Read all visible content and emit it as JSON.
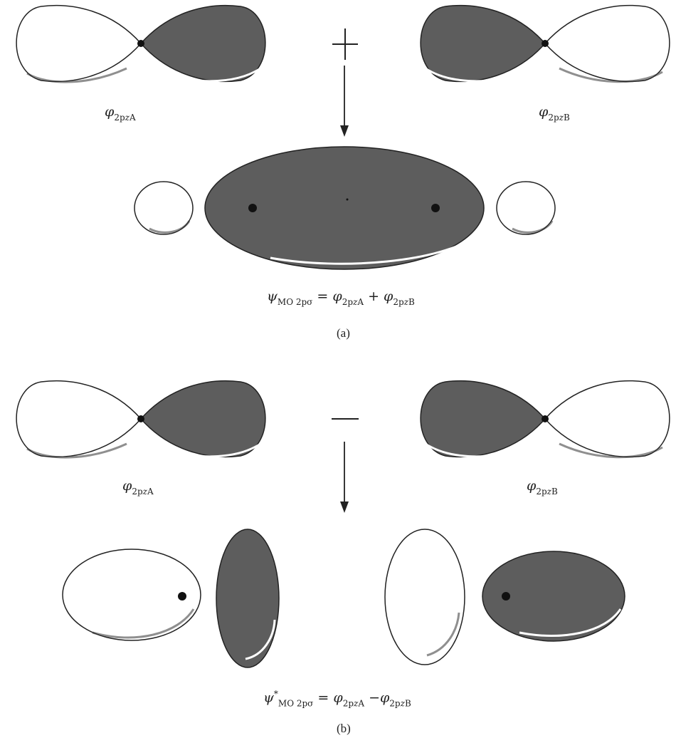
{
  "colors": {
    "shaded_lobe": "#5d5d5d",
    "outline": "#222222",
    "background": "#ffffff"
  },
  "panel_a": {
    "operator": "+",
    "label_A": {
      "symbol": "φ",
      "sub_main": "2p",
      "sub_z": "z",
      "sub_atom": "A"
    },
    "label_B": {
      "symbol": "φ",
      "sub_main": "2p",
      "sub_z": "z",
      "sub_atom": "B"
    },
    "equation": {
      "lhs_symbol": "ψ",
      "lhs_sub": "MO 2pσ",
      "equals": "=",
      "term1_symbol": "φ",
      "term1_sub": "2p",
      "term1_z": "z",
      "term1_atom": "A",
      "op": "+",
      "term2_symbol": "φ",
      "term2_sub": "2p",
      "term2_z": "z",
      "term2_atom": "B"
    },
    "caption": "(a)"
  },
  "panel_b": {
    "operator": "−",
    "label_A": {
      "symbol": "φ",
      "sub_main": "2p",
      "sub_z": "z",
      "sub_atom": "A"
    },
    "label_B": {
      "symbol": "φ",
      "sub_main": "2p",
      "sub_z": "z",
      "sub_atom": "B"
    },
    "equation": {
      "lhs_symbol": "ψ",
      "lhs_star": "*",
      "lhs_sub": "MO 2pσ",
      "equals": "=",
      "term1_symbol": "φ",
      "term1_sub": "2p",
      "term1_z": "z",
      "term1_atom": "A",
      "op": "−",
      "term2_symbol": "φ",
      "term2_sub": "2p",
      "term2_z": "z",
      "term2_atom": "B"
    },
    "caption": "(b)"
  }
}
